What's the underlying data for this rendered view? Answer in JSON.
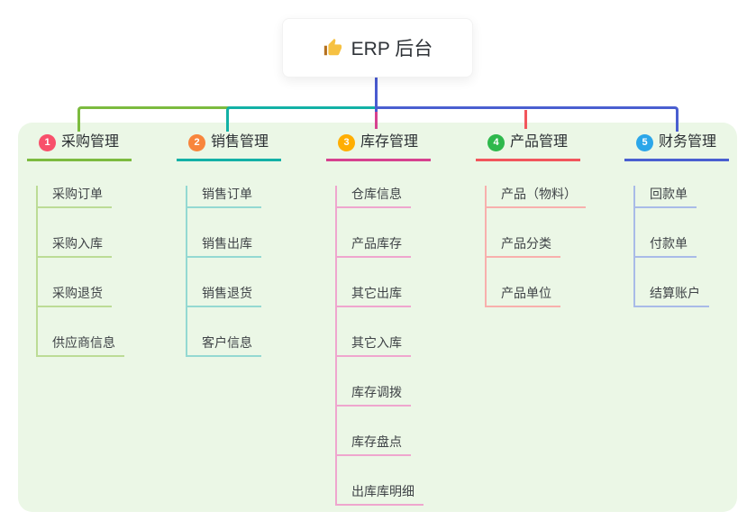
{
  "root": {
    "icon": "thumbs-up",
    "title": "ERP 后台"
  },
  "connector_color": "#4a5bd1",
  "panel_bg": "#ebf7e6",
  "branches": [
    {
      "number": "1",
      "label": "采购管理",
      "badge_color": "#f8506b",
      "line_color": "#7cbb3f",
      "child_line_color": "#bcdc96",
      "children": [
        "采购订单",
        "采购入库",
        "采购退货",
        "供应商信息"
      ]
    },
    {
      "number": "2",
      "label": "销售管理",
      "badge_color": "#f8853c",
      "line_color": "#13b1a6",
      "child_line_color": "#94d9d2",
      "children": [
        "销售订单",
        "销售出库",
        "销售退货",
        "客户信息"
      ]
    },
    {
      "number": "3",
      "label": "库存管理",
      "badge_color": "#ffae02",
      "line_color": "#d6418f",
      "child_line_color": "#efa6ce",
      "children": [
        "仓库信息",
        "产品库存",
        "其它出库",
        "其它入库",
        "库存调拨",
        "库存盘点",
        "出库库明细"
      ]
    },
    {
      "number": "4",
      "label": "产品管理",
      "badge_color": "#2eb84c",
      "line_color": "#f2565c",
      "child_line_color": "#f8b0ad",
      "children": [
        "产品（物料）",
        "产品分类",
        "产品单位"
      ]
    },
    {
      "number": "5",
      "label": "财务管理",
      "badge_color": "#2ba6e9",
      "line_color": "#4a5fd0",
      "child_line_color": "#a9bbe8",
      "children": [
        "回款单",
        "付款单",
        "结算账户"
      ]
    }
  ]
}
